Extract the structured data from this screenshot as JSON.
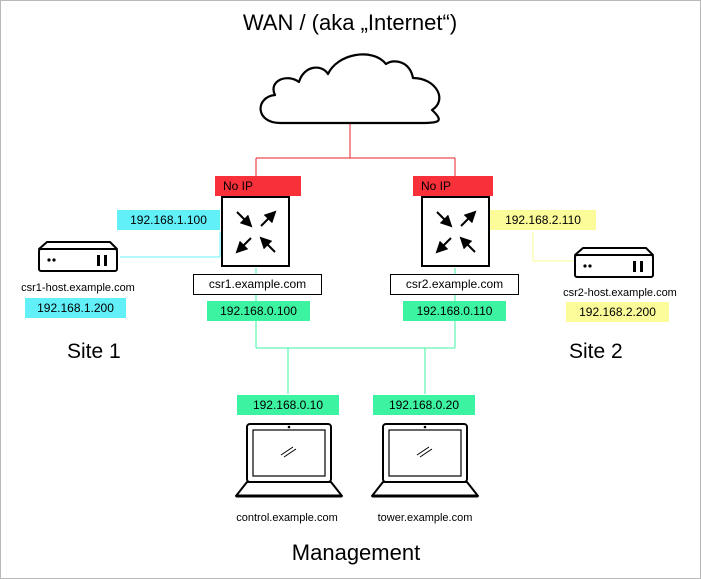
{
  "title": "WAN / (aka „Internet“)",
  "routers": [
    {
      "wan_label": "No IP",
      "hostname": "csr1.example.com",
      "lan_ip": "192.168.1.100",
      "mgmt_ip": "192.168.0.100"
    },
    {
      "wan_label": "No IP",
      "hostname": "csr2.example.com",
      "lan_ip": "192.168.2.110",
      "mgmt_ip": "192.168.0.110"
    }
  ],
  "hosts": [
    {
      "hostname": "csr1-host.example.com",
      "ip": "192.168.1.200"
    },
    {
      "hostname": "csr2-host.example.com",
      "ip": "192.168.2.200"
    }
  ],
  "sites": {
    "site1": "Site 1",
    "site2": "Site 2"
  },
  "laptops": [
    {
      "hostname": "control.example.com",
      "ip": "192.168.0.10"
    },
    {
      "hostname": "tower.example.com",
      "ip": "192.168.0.20"
    }
  ],
  "management_label": "Management",
  "colors": {
    "wan_link": "#e8202a",
    "no_ip": "#f7303a",
    "site1": "#62f0f8",
    "site2": "#fbfb9a",
    "management": "#3cf3a2"
  },
  "icons": [
    "cloud-icon",
    "router-icon",
    "server-icon",
    "laptop-icon"
  ]
}
